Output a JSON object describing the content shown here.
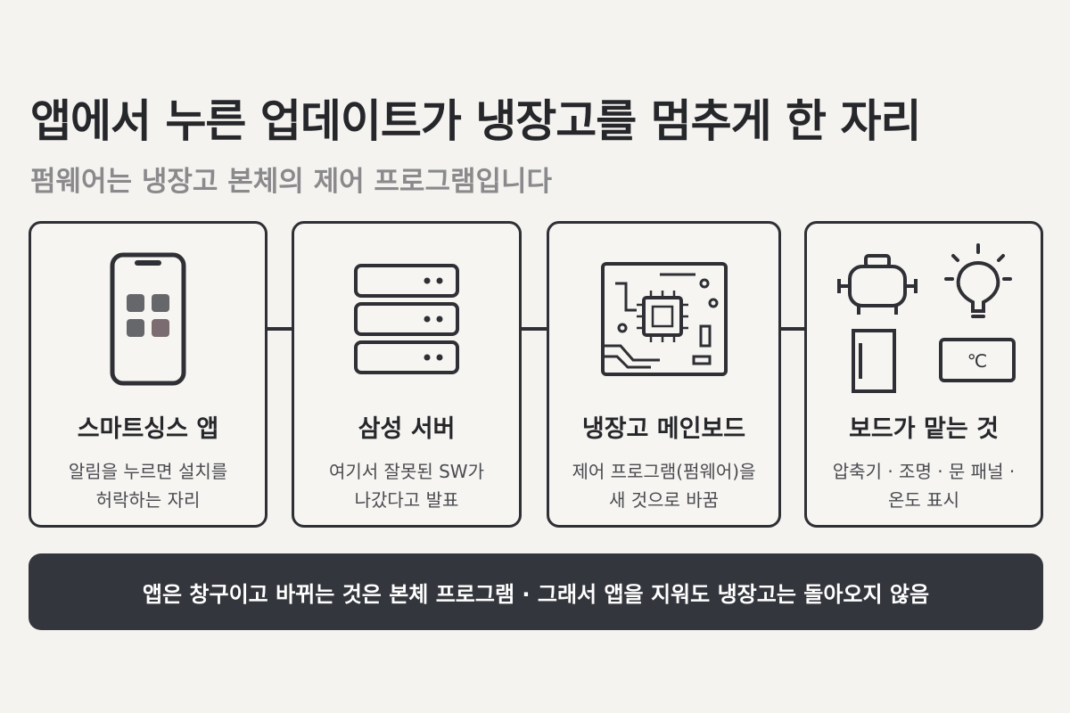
{
  "title": "앱에서 누른 업데이트가 냉장고를 멈추게 한 자리",
  "subtitle": "펌웨어는 냉장고 본체의 제어 프로그램입니다",
  "cards": [
    {
      "icon": "smartphone-icon",
      "name": "스마트싱스 앱",
      "desc": [
        "알림을 누르면 설치를",
        "허락하는 자리"
      ]
    },
    {
      "icon": "server-icon",
      "name": "삼성 서버",
      "desc": [
        "여기서 잘못된 SW가",
        "나갔다고 발표"
      ]
    },
    {
      "icon": "circuit-board-icon",
      "name": "냉장고 메인보드",
      "desc": [
        "제어 프로그램(펌웨어)을",
        "새 것으로 바꿈"
      ]
    },
    {
      "icon": "components-icon",
      "name": "보드가 맡는 것",
      "desc": [
        "압축기 · 조명 · 문 패널 ·",
        "온도 표시"
      ],
      "temp_label": "℃"
    }
  ],
  "banner": "앱은 창구이고 바뀌는 것은 본체 프로그램 · 그래서 앱을 지워도 냉장고는 돌아오지 않음",
  "colors": {
    "background": "#f4f3f0",
    "ink": "#2f3035",
    "banner": "#34363d",
    "subtitle": "#8a8a8c"
  }
}
